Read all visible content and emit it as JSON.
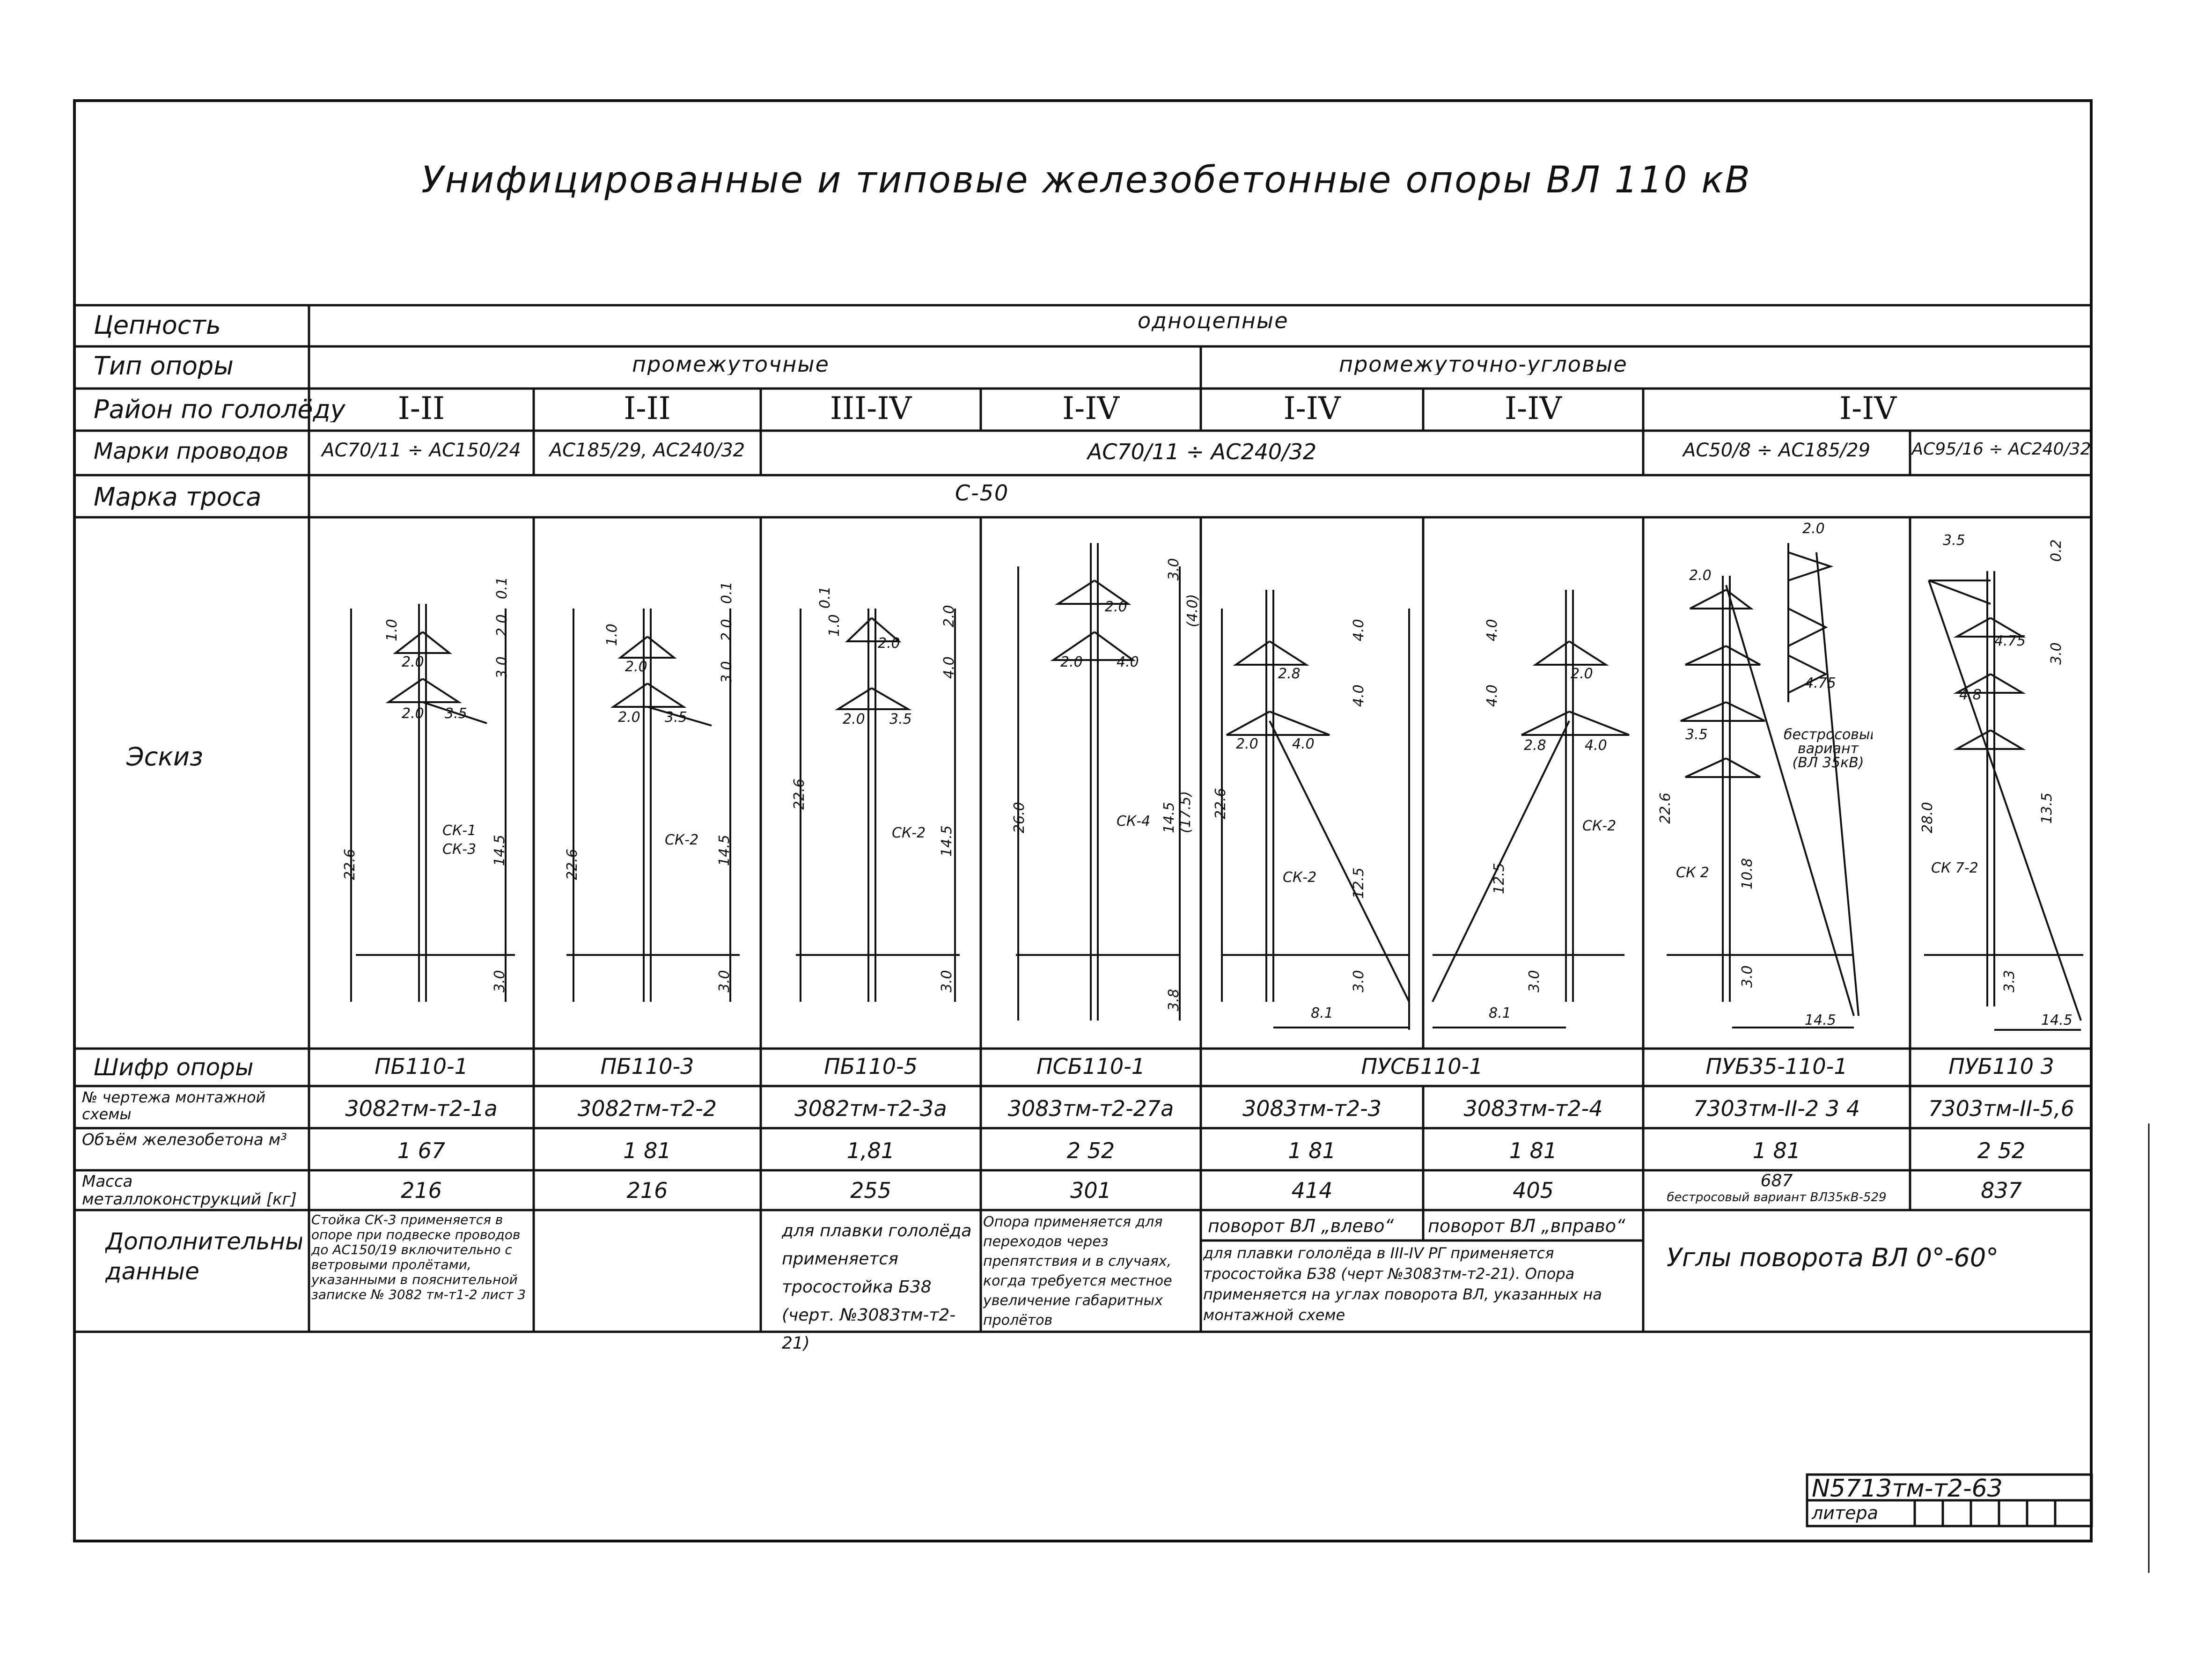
{
  "title": "Унифицированные и типовые железобетонные опоры ВЛ 110 кВ",
  "rows": {
    "circuits_label": "Цепность",
    "circuits_value": "одноцепные",
    "type_label": "Тип опоры",
    "type_intermediate": "промежуточные",
    "type_angle": "промежуточно-угловые",
    "ice_label": "Район по гололёду",
    "wires_label": "Марки проводов",
    "rope_label": "Марка троса",
    "rope_value": "С-50",
    "sketch_label": "Эскиз",
    "code_label": "Шифр опоры",
    "drawing_label": "№ чертежа монтажной схемы",
    "volume_label": "Объём железобетона м³",
    "mass_label": "Масса металлоконструкций [кг]",
    "extra_label": "Дополнительные данные"
  },
  "ice_regions": [
    "I-II",
    "I-II",
    "III-IV",
    "I-IV",
    "I-IV",
    "I-IV",
    "I-IV"
  ],
  "wires": [
    "АС70/11 ÷ АС150/24",
    "АС185/29, АС240/32",
    "АС70/11 ÷ АС240/32",
    "АС50/8 ÷ АС185/29",
    "АС95/16 ÷ АС240/32"
  ],
  "codes": [
    "ПБ110-1",
    "ПБ110-3",
    "ПБ110-5",
    "ПСБ110-1",
    "ПУСБ110-1",
    "ПУБ35-110-1",
    "ПУБ110 3"
  ],
  "drawings": [
    "3082тм-т2-1а",
    "3082тм-т2-2",
    "3082тм-т2-3а",
    "3083тм-т2-27а",
    "3083тм-т2-3",
    "3083тм-т2-4",
    "7303тм-II-2 3 4",
    "7303тм-II-5,6"
  ],
  "volumes": [
    "1 67",
    "1 81",
    "1,81",
    "2 52",
    "1 81",
    "1 81",
    "1 81",
    "2 52"
  ],
  "masses": [
    "216",
    "216",
    "255",
    "301",
    "414",
    "405",
    "687",
    "837"
  ],
  "mass_note": "бестросовый вариант ВЛ35кВ-529",
  "notes": [
    "Стойка СК-3 применяется в опоре при подвеске проводов до АС150/19 включительно с ветровыми пролётами, указанными в пояснительной записке № 3082 тм-т1-2 лист 3",
    "",
    "для плавки гололёда применяется тросостойка Б38 (черт. №3083тм-т2-21)",
    "Опора применяется для переходов через препятствия и в случаях, когда требуется местное увеличение габаритных пролётов",
    "поворот ВЛ „влево“",
    "поворот ВЛ „вправо“",
    "Углы поворота ВЛ 0°-60°"
  ],
  "angle_note_bottom": "для плавки гололёда в III-IV РГ применяется тросостойка Б38 (черт №3083тм-т2-21). Опора применяется на углах поворота ВЛ, указанных на монтажной схеме",
  "sketch_labels": {
    "s1": [
      "СК-1",
      "СК-3",
      "22.6",
      "14.5",
      "3.0",
      "2.0",
      "3.5",
      "2.0",
      "1.0",
      "0.1",
      "3.0",
      "2.0"
    ],
    "s2": [
      "СК-2",
      "22.6",
      "14.5",
      "3.0",
      "2.0",
      "3.5",
      "2.0",
      "1.0",
      "0.1",
      "3.0",
      "2.0"
    ],
    "s3": [
      "СК-2",
      "22.6",
      "14.5",
      "3.0",
      "2.0",
      "3.5",
      "2.0",
      "1.0",
      "0.1",
      "4.0",
      "2.0"
    ],
    "s4": [
      "СК-4",
      "26.0",
      "14.5",
      "(17.5)",
      "3.8",
      "2.0",
      "4.0",
      "2.0",
      "3.0",
      "(4.0)"
    ],
    "s5": [
      "СК-2",
      "22.6",
      "12.5",
      "3.0",
      "8.1",
      "2.8",
      "2.0",
      "4.0",
      "4.0",
      "4.0"
    ],
    "s6": [
      "СК-2",
      "12.5",
      "3.0",
      "8.1",
      "2.8",
      "2.0",
      "4.0",
      "4.0",
      "4.0"
    ],
    "s7": [
      "СК 2",
      "22.6",
      "10.8",
      "3.0",
      "14.5",
      "2.0",
      "2.0",
      "3.5",
      "4.75",
      "бестросовый вариант (ВЛ 35кВ)"
    ],
    "s8": [
      "СК 7-2",
      "28.0",
      "13.5",
      "3.3",
      "14.5",
      "3.5",
      "4.75",
      "4.8",
      "0.2",
      "3.0"
    ]
  },
  "stamp": {
    "code": "N5713тм-т2-63",
    "litera": "литера"
  }
}
